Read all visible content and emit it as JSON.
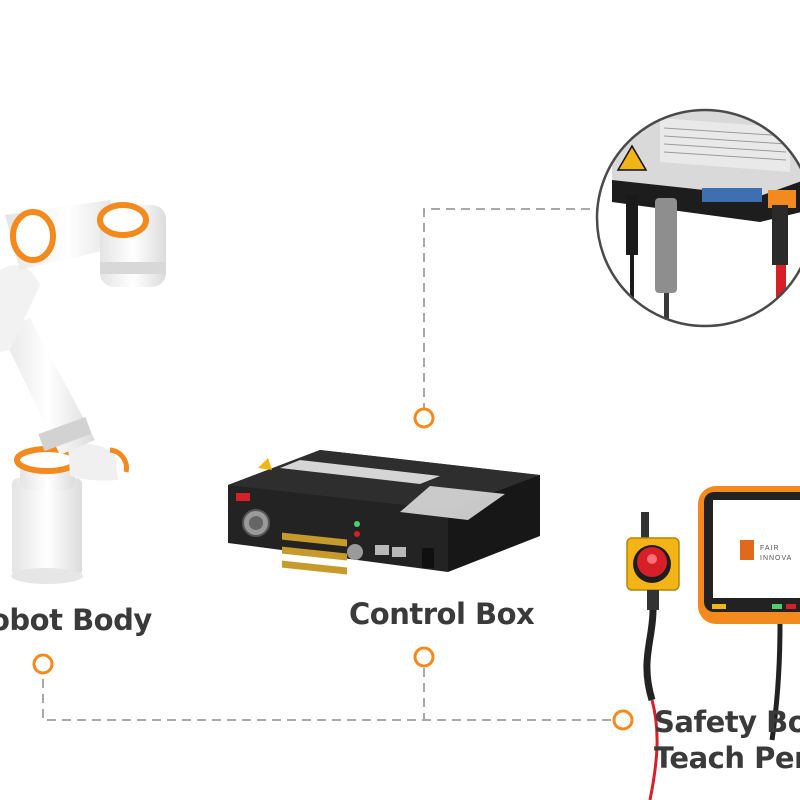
{
  "labels": {
    "robot_body": "obot Body",
    "control_box": "Control Box",
    "safety_line1": "Safety Box",
    "safety_line2": "Teach Pen"
  },
  "colors": {
    "accent": "#f28a1e",
    "connector_line": "#a8a8a8",
    "label_text": "#3a3a3a",
    "robot_white": "#f4f4f4",
    "box_black": "#262626",
    "estop_yellow": "#f2b417",
    "estop_red": "#d61f26"
  },
  "pendant": {
    "brand_line1": "FAIR",
    "brand_line2": "INNOVA"
  },
  "icons": {
    "junction": "circle-node-icon",
    "warning": "high-voltage-warning-icon"
  }
}
